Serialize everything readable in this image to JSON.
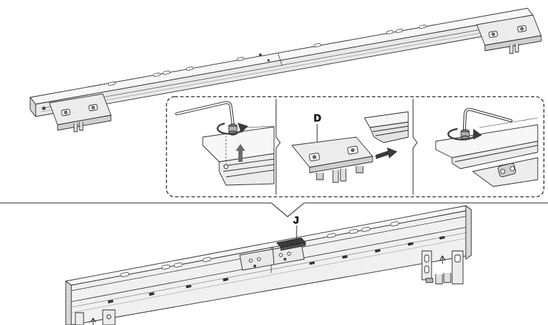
{
  "callouts": {
    "part_d": "D",
    "part_j": "J"
  },
  "rail_scale_marks": [
    "200",
    "250",
    "300",
    "350",
    "400",
    "450",
    "500",
    "550",
    "600"
  ],
  "colors": {
    "line": "#222222",
    "fill_light": "#f7f7f7",
    "fill_mid": "#e2e2e2",
    "fill_dark": "#9c9c9c",
    "arrow": "#3a3a3a"
  },
  "icons": {
    "rotate": "rotate-arrow-icon",
    "push": "push-arrow-icon",
    "up": "up-arrow-icon"
  }
}
